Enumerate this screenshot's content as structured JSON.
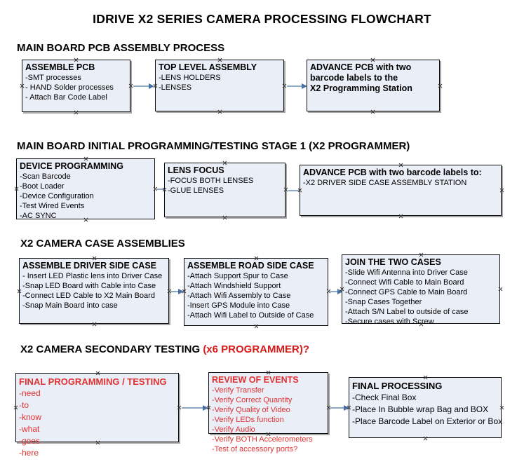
{
  "title": "IDRIVE X2  SERIES CAMERA PROCESSING FLOWCHART",
  "sections": [
    {
      "id": "sec-main-board-pcb",
      "label": "MAIN BOARD PCB ASSEMBLY PROCESS",
      "label_red": ""
    },
    {
      "id": "sec-initial-programming",
      "label": "MAIN BOARD INITIAL PROGRAMMING/TESTING STAGE 1 (X2 PROGRAMMER)",
      "label_red": ""
    },
    {
      "id": "sec-case-assemblies",
      "label": "X2 CAMERA CASE ASSEMBLIES",
      "label_red": ""
    },
    {
      "id": "sec-secondary-testing",
      "label": "X2 CAMERA SECONDARY TESTING ",
      "label_red": "(x6 PROGRAMMER)?"
    }
  ],
  "nodes": {
    "assemble_pcb": {
      "header": "ASSEMBLE PCB",
      "lines": [
        "-SMT processes",
        "- HAND Solder processes",
        "- Attach Bar Code Label"
      ]
    },
    "top_level_assembly": {
      "header": "TOP LEVEL ASSEMBLY",
      "lines": [
        "-LENS HOLDERS",
        "-LENSES"
      ]
    },
    "advance_pcb_station": {
      "header": "ADVANCE PCB with two",
      "lines": [
        "barcode labels to the",
        " X2 Programming Station"
      ]
    },
    "device_programming": {
      "header": "DEVICE PROGRAMMING",
      "lines": [
        "-Scan Barcode",
        "-Boot Loader",
        "-Device Configuration",
        "-Test Wired Events",
        "-AC SYNC"
      ]
    },
    "lens_focus": {
      "header": "LENS FOCUS",
      "lines": [
        "-FOCUS BOTH LENSES",
        "-GLUE LENSES"
      ]
    },
    "advance_pcb_driver_side": {
      "header": "ADVANCE PCB with two barcode labels to:",
      "lines": [
        "-X2 DRIVER  SIDE  CASE  ASSEMBLY STATION"
      ]
    },
    "assemble_driver_side_case": {
      "header": "ASSEMBLE DRIVER SIDE CASE",
      "lines": [
        "- Insert LED Plastic lens into Driver Case",
        "-Snap LED Board with Cable into Case",
        "-Connect LED Cable to X2 Main Board",
        "-Snap Main Board into case"
      ]
    },
    "assemble_road_side_case": {
      "header": "ASSEMBLE ROAD SIDE CASE",
      "lines": [
        "-Attach Support Spur to Case",
        "-Attach Windshield Support",
        "-Attach Wifi Assembly to Case",
        "-Insert GPS Module into Case",
        "-Attach Wifi Label to Outside of Case"
      ]
    },
    "join_the_two_cases": {
      "header": "JOIN THE TWO CASES",
      "lines": [
        "-Slide Wifi Antenna into Driver Case",
        "-Connect Wifi Cable to Main Board",
        "-Connect GPS Cable to Main Board",
        "-Snap Cases Together",
        "-Attach S/N Label to outside of case",
        "-Secure cases with Screw"
      ]
    },
    "final_programming_testing": {
      "header": "FINAL PROGRAMMING / TESTING",
      "lines": [
        "-need",
        "-to",
        "-know",
        "-what",
        "-goes",
        "-here"
      ]
    },
    "review_of_events": {
      "header": "REVIEW OF EVENTS",
      "lines": [
        "-Verify Transfer",
        "-Verify Correct Quantity",
        "-Verify Quality of Video",
        "-Verify LEDs function",
        "-Verify Audio",
        "-Verify BOTH Accelerometers",
        "-Test of accessory ports?"
      ]
    },
    "final_processing": {
      "header": "FINAL PROCESSING",
      "lines": [
        " -Check Final Box",
        "-Place In Bubble wrap Bag and BOX",
        "-Place Barcode Label on Exterior or Box"
      ]
    }
  },
  "colors": {
    "node_fill": "#e9eef7",
    "node_border": "#0d0d0d",
    "connector": "#8ba7c4",
    "arrow_head": "#4a6fa5",
    "accent_red": "#e03131",
    "section_red": "#d61b1b"
  }
}
